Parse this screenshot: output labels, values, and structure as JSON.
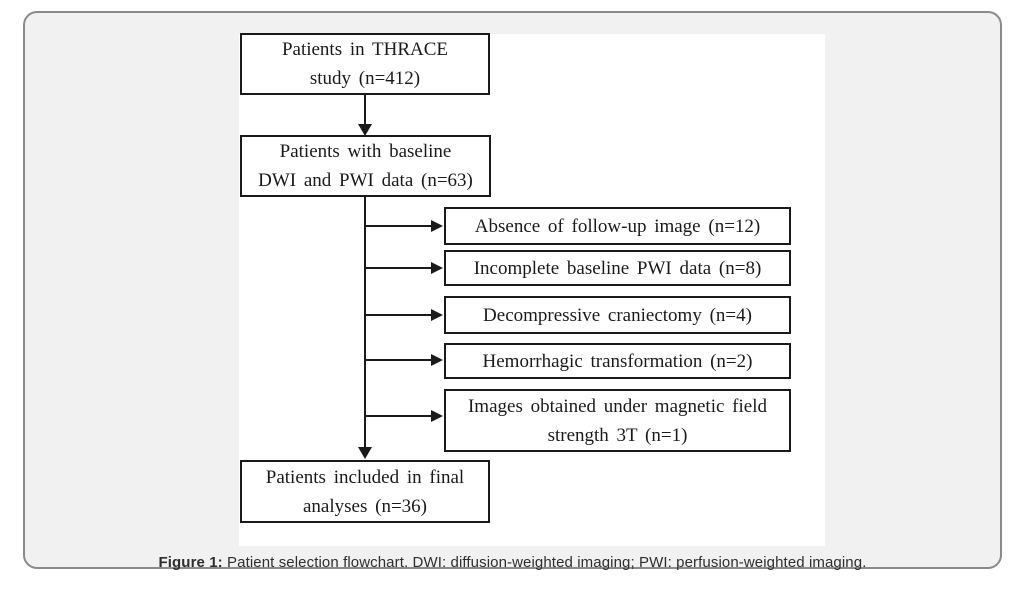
{
  "colors": {
    "card_background": "#f1f1f1",
    "card_border": "#8a8a8a",
    "box_border": "#1a1a1a",
    "box_text": "#1a1a1a",
    "figure_background": "#ffffff",
    "caption_text": "#2e2e2e"
  },
  "flowchart": {
    "main_nodes": [
      {
        "line1": "Patients in THRACE",
        "line2": "study (n=412)"
      },
      {
        "line1": "Patients with baseline",
        "line2": "DWI and PWI data (n=63)"
      },
      {
        "line1": "Patients included in final",
        "line2": "analyses (n=36)"
      }
    ],
    "exclusion_nodes": [
      {
        "label": "Absence of follow-up image (n=12)"
      },
      {
        "label": "Incomplete baseline PWI data (n=8)"
      },
      {
        "label": "Decompressive craniectomy (n=4)"
      },
      {
        "label": "Hemorrhagic transformation (n=2)"
      },
      {
        "line1": "Images obtained under magnetic field",
        "line2": "strength 3T (n=1)"
      }
    ],
    "counts": {
      "enrolled": 412,
      "with_baseline_imaging": 63,
      "excluded_no_followup": 12,
      "excluded_incomplete_pwi": 8,
      "excluded_craniectomy": 4,
      "excluded_hemorrhagic": 2,
      "excluded_3t_field": 1,
      "final_analyses": 36
    }
  },
  "caption": {
    "label": "Figure 1:",
    "text": " Patient selection flowchart. DWI: diffusion-weighted imaging; PWI: perfusion-weighted imaging."
  }
}
